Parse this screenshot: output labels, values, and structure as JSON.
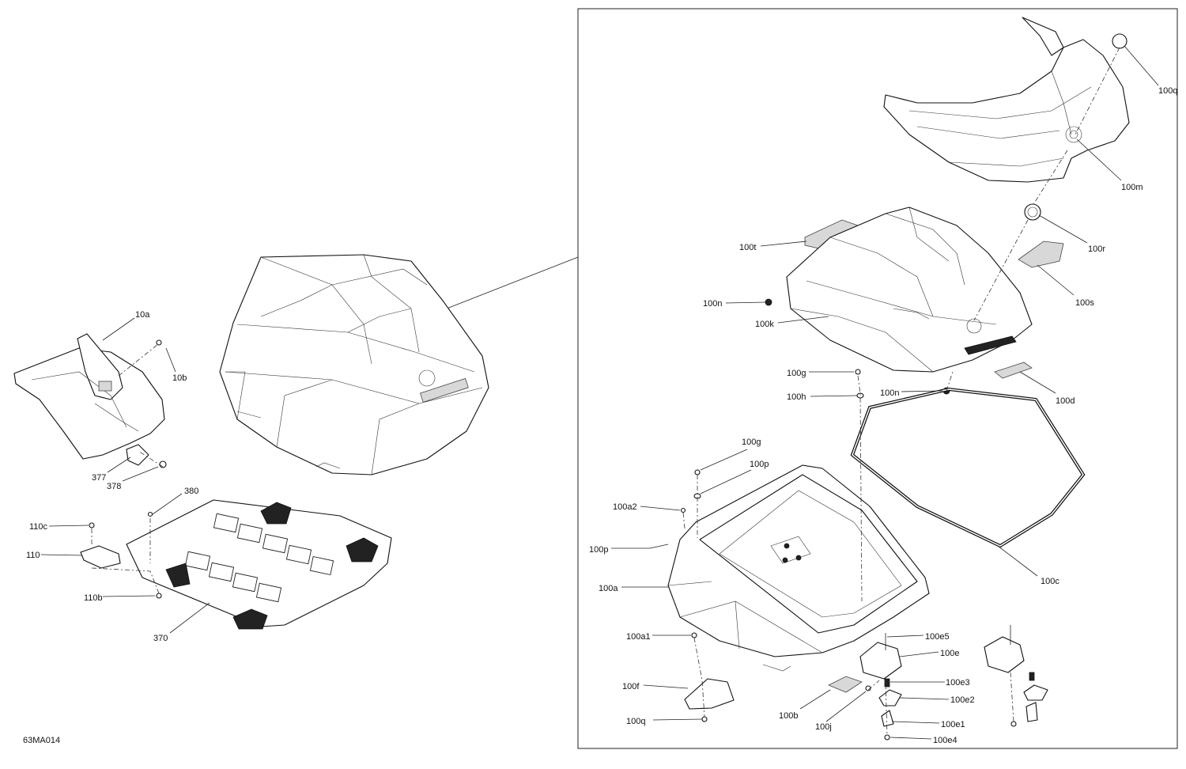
{
  "diagram_id": "63MA014",
  "left_labels": [
    {
      "id": "10a",
      "text": "10a"
    },
    {
      "id": "10b",
      "text": "10b"
    },
    {
      "id": "377",
      "text": "377"
    },
    {
      "id": "378",
      "text": "378"
    },
    {
      "id": "380",
      "text": "380"
    },
    {
      "id": "110c",
      "text": "110c"
    },
    {
      "id": "110",
      "text": "110"
    },
    {
      "id": "110b",
      "text": "110b"
    },
    {
      "id": "370",
      "text": "370"
    }
  ],
  "right_labels": [
    {
      "id": "100q_top",
      "text": "100q"
    },
    {
      "id": "100m",
      "text": "100m"
    },
    {
      "id": "100r",
      "text": "100r"
    },
    {
      "id": "100t",
      "text": "100t"
    },
    {
      "id": "100s",
      "text": "100s"
    },
    {
      "id": "100n_left",
      "text": "100n"
    },
    {
      "id": "100k",
      "text": "100k"
    },
    {
      "id": "100g_top",
      "text": "100g"
    },
    {
      "id": "100h",
      "text": "100h"
    },
    {
      "id": "100n_right",
      "text": "100n"
    },
    {
      "id": "100d",
      "text": "100d"
    },
    {
      "id": "100g_mid",
      "text": "100g"
    },
    {
      "id": "100p_top",
      "text": "100p"
    },
    {
      "id": "100a2",
      "text": "100a2"
    },
    {
      "id": "100p_left",
      "text": "100p"
    },
    {
      "id": "100a",
      "text": "100a"
    },
    {
      "id": "100c",
      "text": "100c"
    },
    {
      "id": "100a1",
      "text": "100a1"
    },
    {
      "id": "100e5",
      "text": "100e5"
    },
    {
      "id": "100e",
      "text": "100e"
    },
    {
      "id": "100f",
      "text": "100f"
    },
    {
      "id": "100e3",
      "text": "100e3"
    },
    {
      "id": "100e2",
      "text": "100e2"
    },
    {
      "id": "100b",
      "text": "100b"
    },
    {
      "id": "100q_bottom",
      "text": "100q"
    },
    {
      "id": "100j",
      "text": "100j"
    },
    {
      "id": "100e1",
      "text": "100e1"
    },
    {
      "id": "100e4",
      "text": "100e4"
    }
  ]
}
